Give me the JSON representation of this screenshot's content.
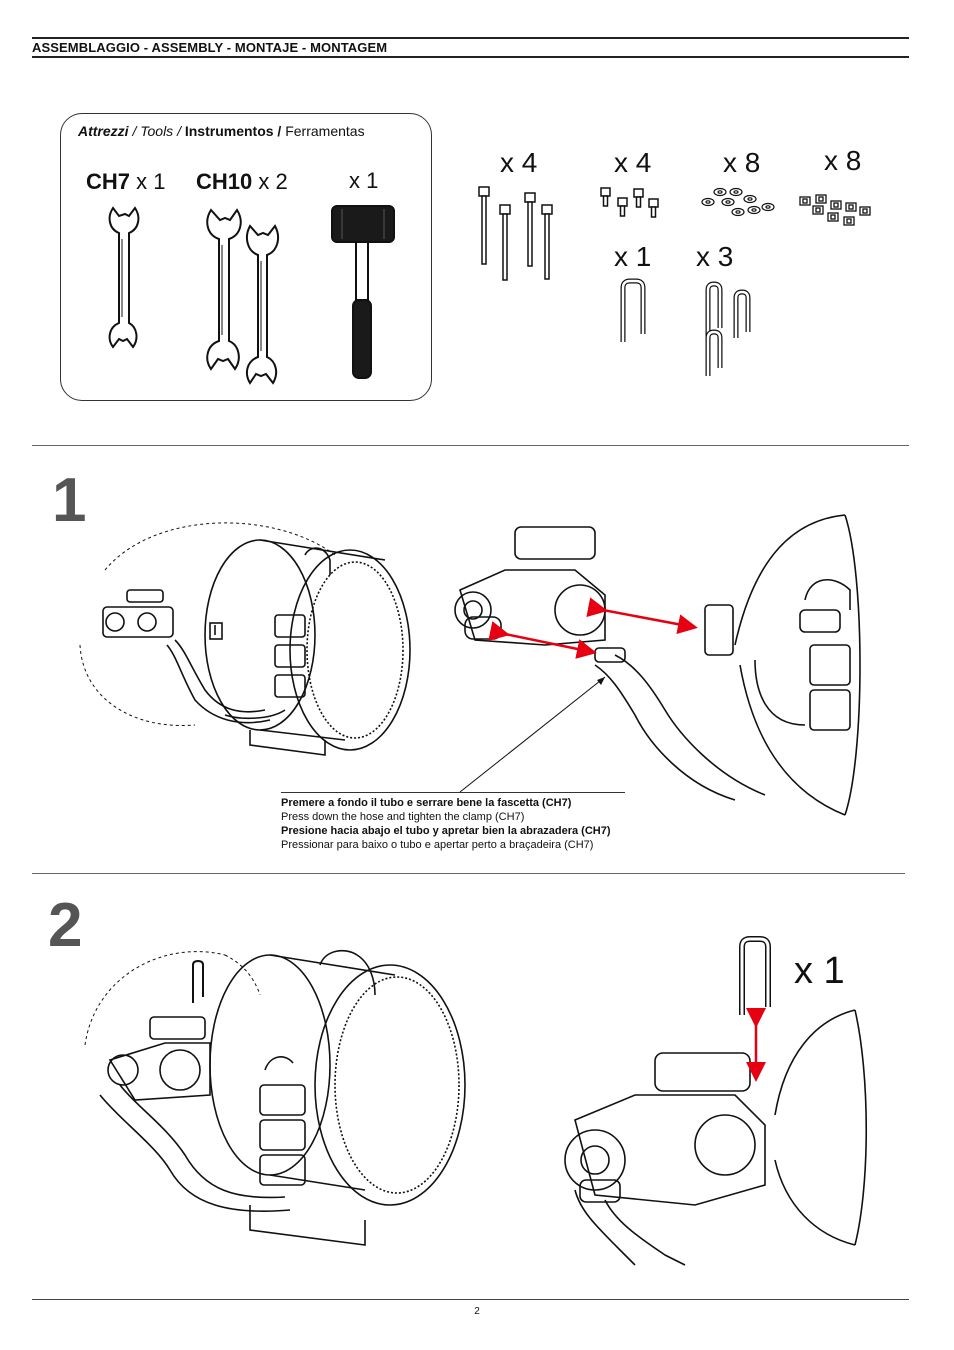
{
  "header": {
    "title": "ASSEMBLAGGIO - ASSEMBLY - MONTAJE - MONTAGEM"
  },
  "tools": {
    "caption_it": "Attrezzi",
    "caption_sep1": " / ",
    "caption_en": "Tools",
    "caption_sep2": " / ",
    "caption_es": "Instrumentos",
    "caption_sep3": " / ",
    "caption_pt": "Ferramentas",
    "items": [
      {
        "name": "CH7",
        "qty": " x 1",
        "icon": "open-end-wrench-icon"
      },
      {
        "name": "CH10",
        "qty": " x 2",
        "icon": "open-end-wrench-icon"
      },
      {
        "name": "",
        "qty": "x 1",
        "icon": "mallet-icon"
      }
    ]
  },
  "parts": [
    {
      "qty": "x 4",
      "icon": "long-bolt-icon"
    },
    {
      "qty": "x 4",
      "icon": "short-bolt-icon"
    },
    {
      "qty": "x 8",
      "icon": "washer-icon"
    },
    {
      "qty": "x 8",
      "icon": "nut-icon"
    },
    {
      "qty": "x 1",
      "icon": "u-clip-large-icon"
    },
    {
      "qty": "x 3",
      "icon": "u-clip-small-icon"
    }
  ],
  "steps": [
    {
      "number": "1",
      "instructions": {
        "it": "Premere a fondo il tubo e serrare bene la fascetta (CH7)",
        "en": "Press down the hose and tighten the clamp (CH7)",
        "es": "Presione hacia abajo el tubo y apretar bien la abrazadera (CH7)",
        "pt": "Pressionar para baixo o tubo e apertar perto a braçadeira (CH7)"
      }
    },
    {
      "number": "2",
      "qty": "x 1"
    }
  ],
  "footer": {
    "page_number": "2"
  },
  "colors": {
    "arrow": "#e60012",
    "line": "#111111",
    "rule": "#222222",
    "step_number": "#555555"
  }
}
